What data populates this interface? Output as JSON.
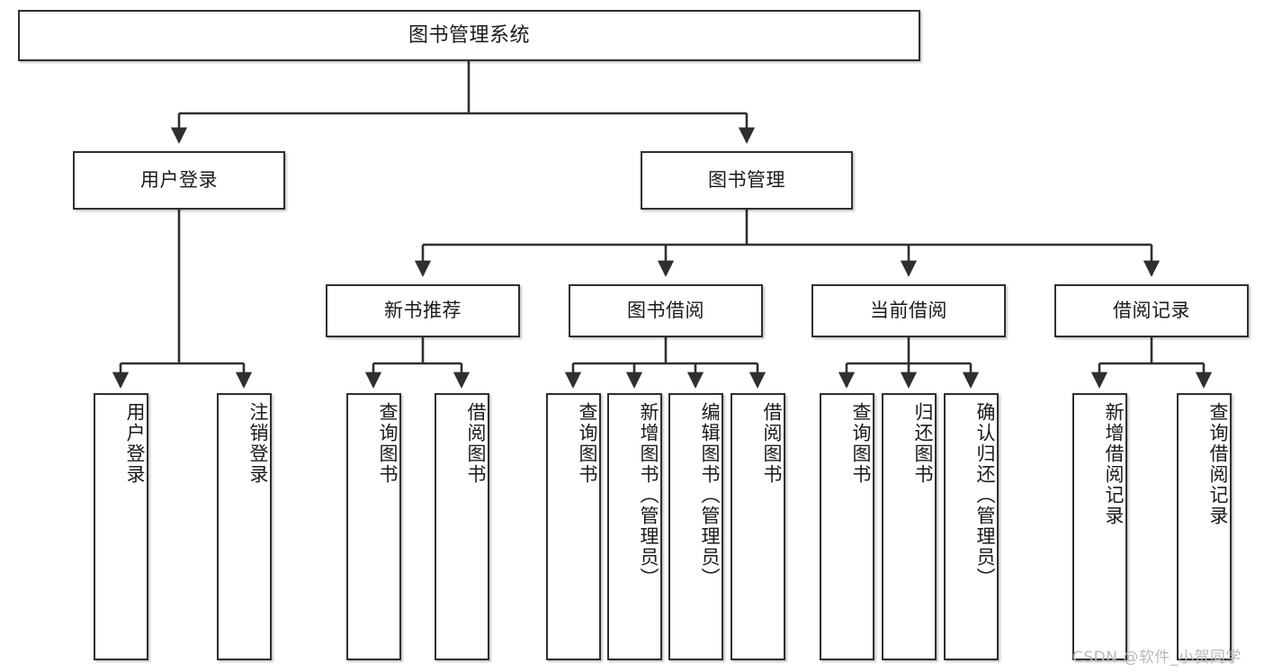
{
  "diagram": {
    "title": "图书管理系统",
    "type": "tree",
    "root": {
      "id": "root",
      "label": "图书管理系统"
    },
    "level1": [
      {
        "id": "user-login",
        "label": "用户登录"
      },
      {
        "id": "book-management",
        "label": "图书管理"
      }
    ],
    "level2": [
      {
        "id": "new-book-recommend",
        "label": "新书推荐",
        "parent": "book-management"
      },
      {
        "id": "book-borrow",
        "label": "图书借阅",
        "parent": "book-management"
      },
      {
        "id": "current-borrow",
        "label": "当前借阅",
        "parent": "book-management"
      },
      {
        "id": "borrow-record",
        "label": "借阅记录",
        "parent": "book-management"
      }
    ],
    "leaves": [
      {
        "id": "leaf-user-login",
        "label": "用户登录",
        "parent": "user-login"
      },
      {
        "id": "leaf-user-logout",
        "label": "注销登录",
        "parent": "user-login"
      },
      {
        "id": "leaf-query-book-1",
        "label": "查询图书",
        "parent": "new-book-recommend"
      },
      {
        "id": "leaf-borrow-book-1",
        "label": "借阅图书",
        "parent": "new-book-recommend"
      },
      {
        "id": "leaf-query-book-2",
        "label": "查询图书",
        "parent": "book-borrow"
      },
      {
        "id": "leaf-add-book",
        "label": "新增图书（管理员）",
        "parent": "book-borrow"
      },
      {
        "id": "leaf-edit-book",
        "label": "编辑图书（管理员）",
        "parent": "book-borrow"
      },
      {
        "id": "leaf-borrow-book-2",
        "label": "借阅图书",
        "parent": "book-borrow"
      },
      {
        "id": "leaf-query-book-3",
        "label": "查询图书",
        "parent": "current-borrow"
      },
      {
        "id": "leaf-return-book",
        "label": "归还图书",
        "parent": "current-borrow"
      },
      {
        "id": "leaf-confirm-return",
        "label": "确认归还（管理员）",
        "parent": "current-borrow"
      },
      {
        "id": "leaf-add-record",
        "label": "新增借阅记录",
        "parent": "borrow-record"
      },
      {
        "id": "leaf-query-record",
        "label": "查询借阅记录",
        "parent": "borrow-record"
      }
    ]
  },
  "watermark": {
    "text": "CSDN @软件_小贺同学"
  },
  "colors": {
    "box_border": "#2f2f2f",
    "box_fill": "#ffffff",
    "connector": "#2f2f2f",
    "text": "#1a1a1a",
    "watermark": "#b9b9b9",
    "background": "#ffffff"
  }
}
